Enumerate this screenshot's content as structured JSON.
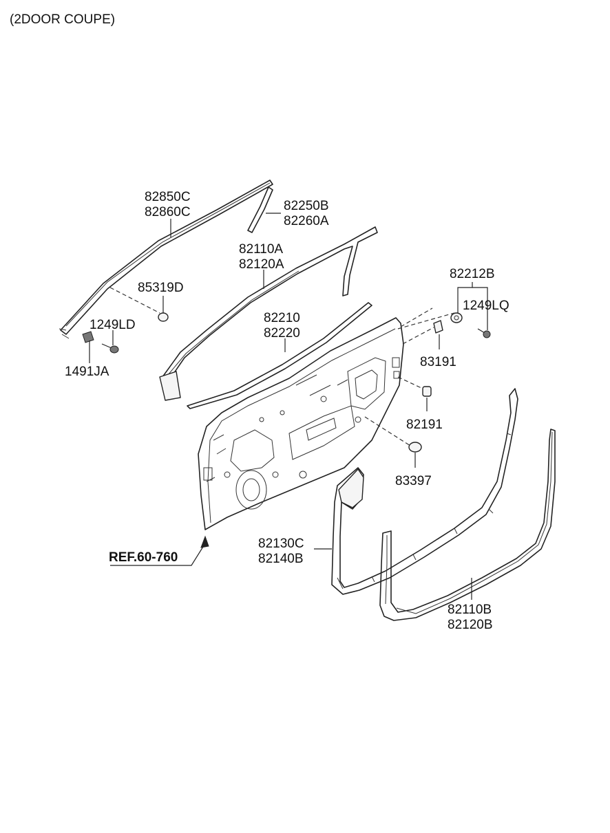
{
  "header": "(2DOOR COUPE)",
  "callouts": {
    "p82850C": "82850C",
    "p82860C": "82860C",
    "p82250B": "82250B",
    "p82260A": "82260A",
    "p82110A": "82110A",
    "p82120A": "82120A",
    "p85319D": "85319D",
    "p82212B": "82212B",
    "p1249LQ": "1249LQ",
    "p1249LD": "1249LD",
    "p82210": "82210",
    "p82220": "82220",
    "p1491JA": "1491JA",
    "p83191": "83191",
    "p82191": "82191",
    "p83397": "83397",
    "pREF": "REF.60-760",
    "p82130C": "82130C",
    "p82140B": "82140B",
    "p82110B": "82110B",
    "p82120B": "82120B"
  }
}
